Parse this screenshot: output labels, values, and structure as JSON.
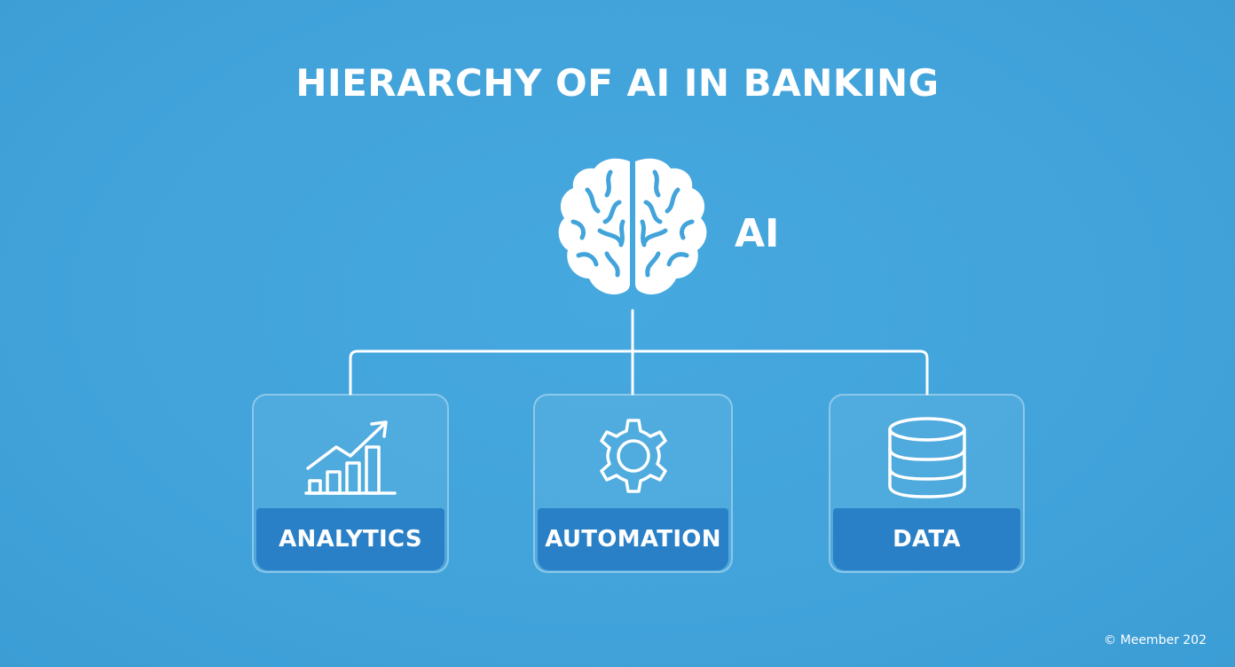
{
  "title": "HIERARCHY OF AI IN BANKING",
  "root": {
    "label": "AI",
    "icon": "brain-icon"
  },
  "children": [
    {
      "label": "ANALYTICS",
      "icon": "growth-chart-icon"
    },
    {
      "label": "AUTOMATION",
      "icon": "gear-icon"
    },
    {
      "label": "DATA",
      "icon": "database-icon"
    }
  ],
  "copyright": "© Meember 202",
  "colors": {
    "background": "#42a4db",
    "label_bar": "#2a80c6",
    "foreground": "#ffffff"
  }
}
